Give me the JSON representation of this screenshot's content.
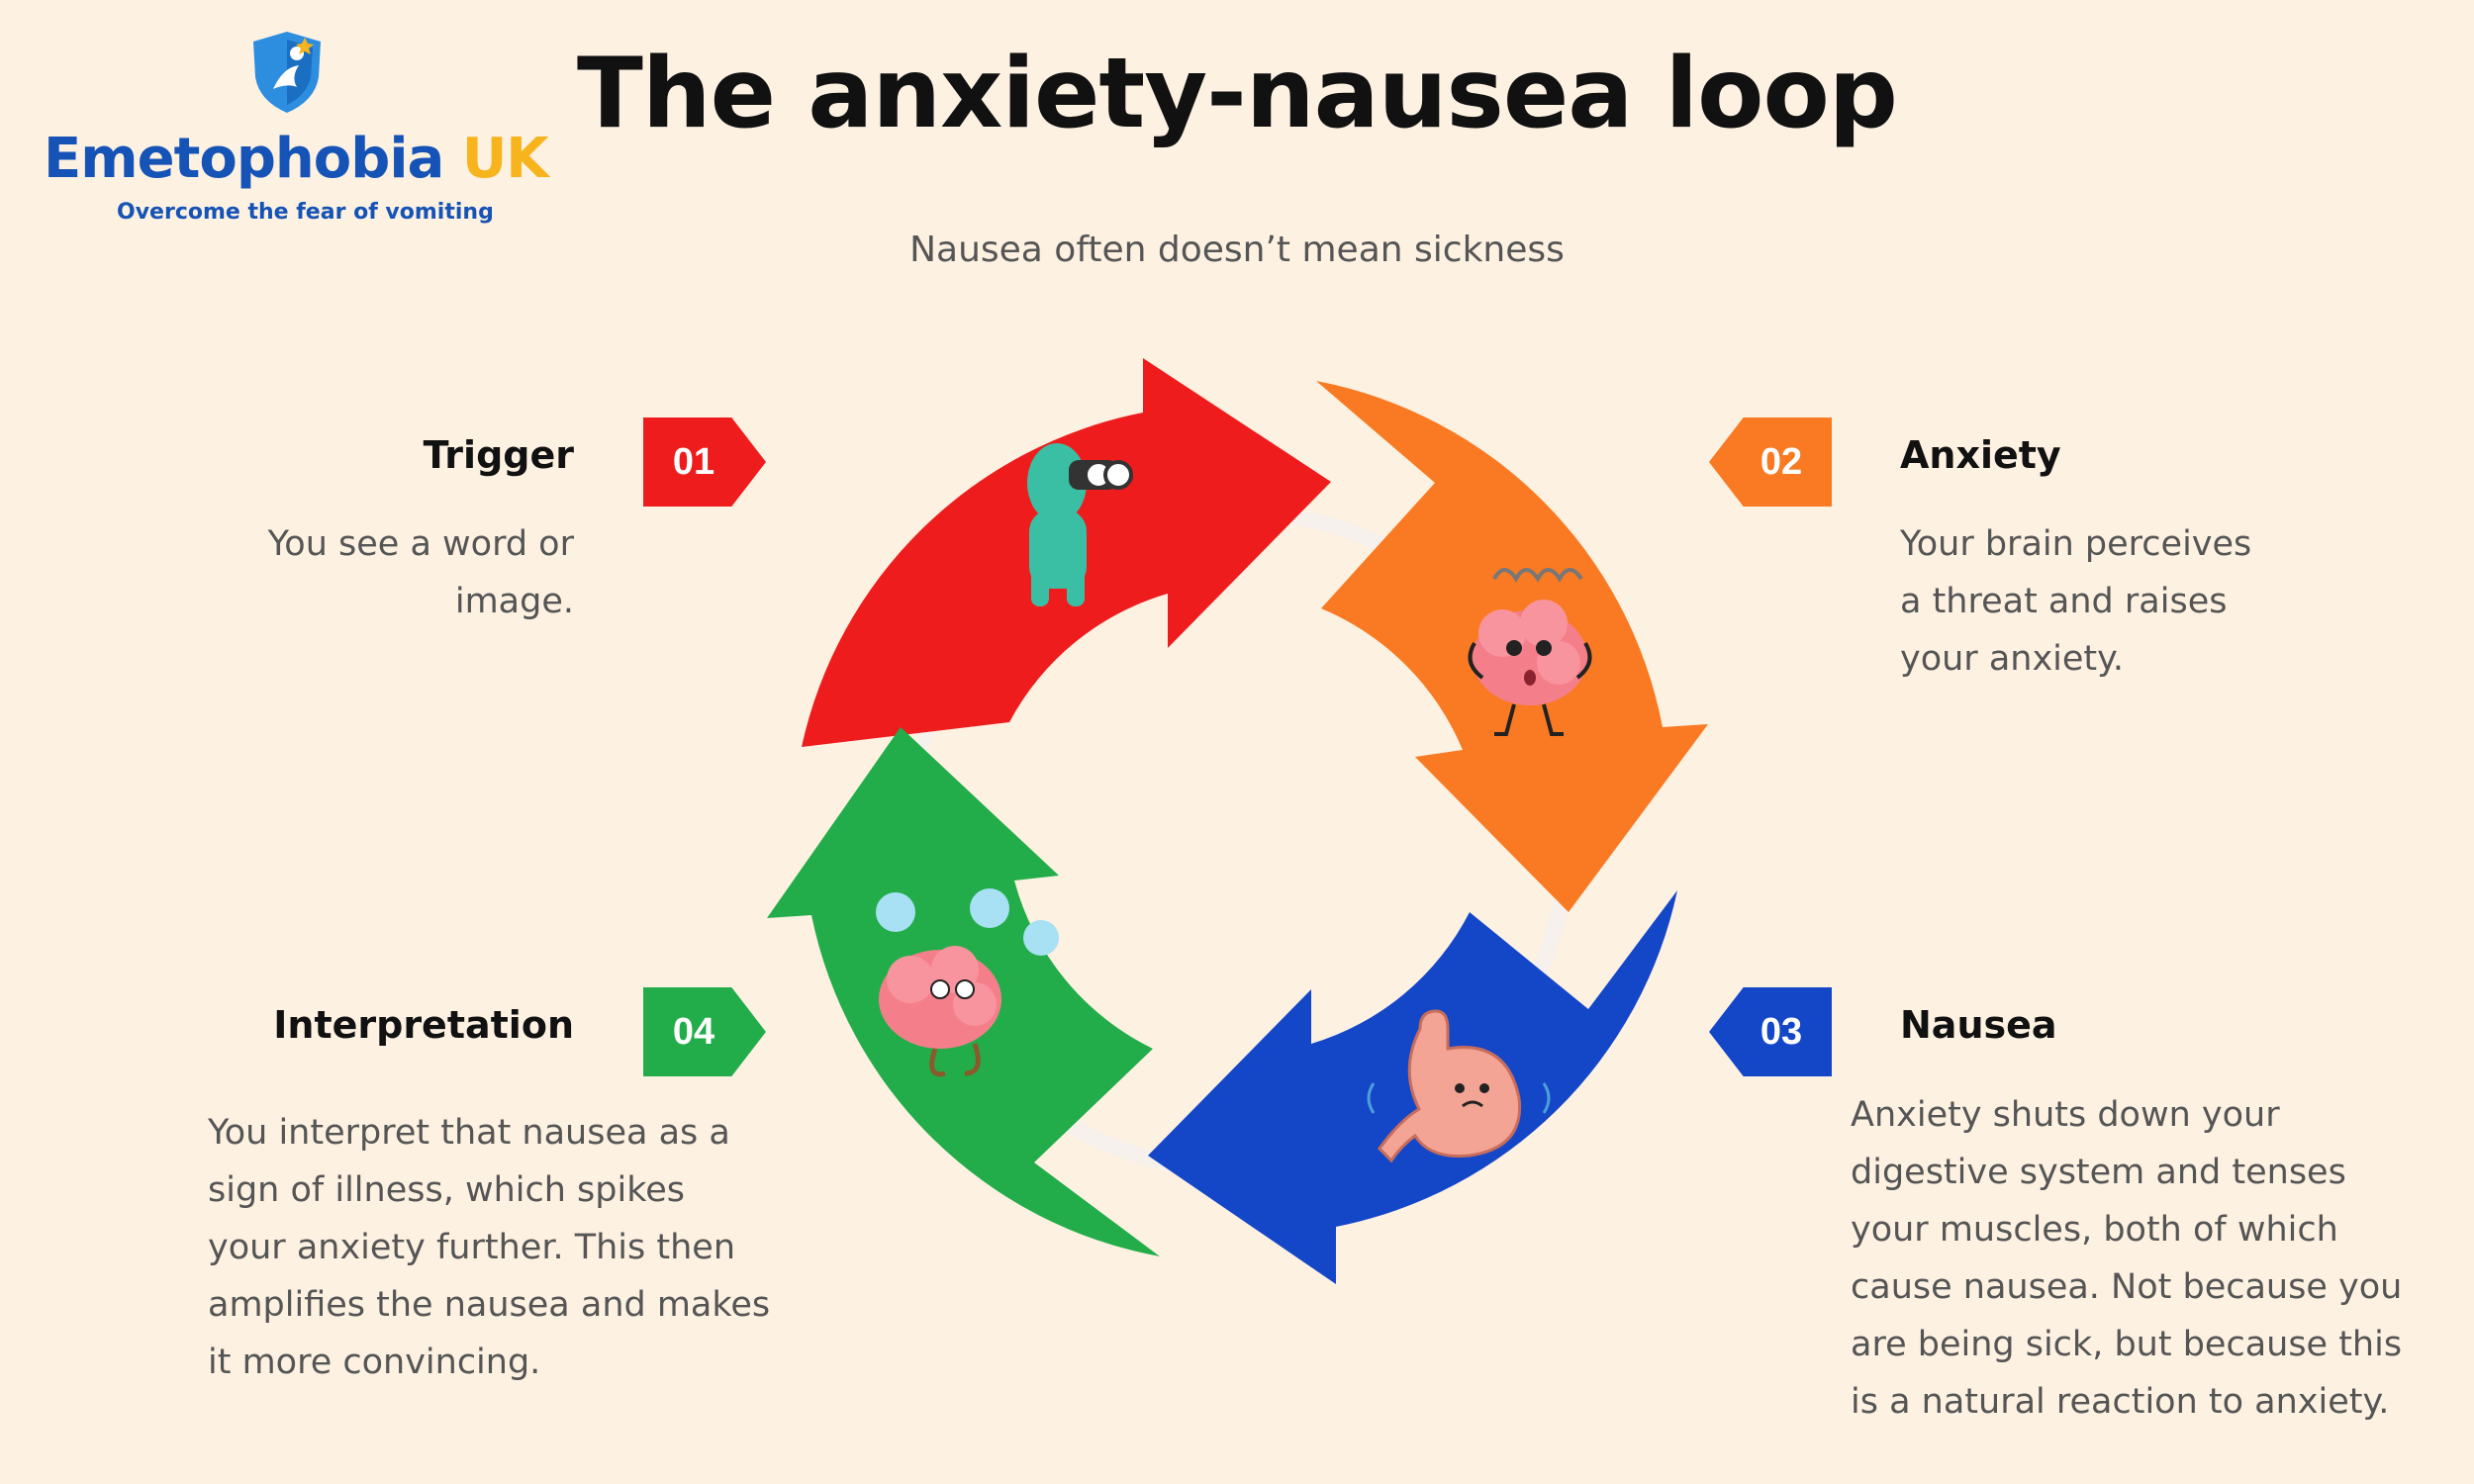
{
  "logo": {
    "name_main": "Emetophobia",
    "name_accent": "UK",
    "tagline": "Overcome the fear of vomiting",
    "icon": "shield-icon"
  },
  "title": "The anxiety-nausea loop",
  "subtitle": "Nausea often doesn’t mean sickness",
  "colors": {
    "background": "#fdf1e2",
    "step1": "#ee1c1c",
    "step2": "#f97a22",
    "step3": "#1446c8",
    "step4": "#22ad4a",
    "logo_blue": "#1553b6",
    "logo_yellow": "#f7b41c"
  },
  "steps": [
    {
      "number": "01",
      "title": "Trigger",
      "text": "You see a word or image.",
      "color": "#ee1c1c",
      "icon": "binoculars-person-icon"
    },
    {
      "number": "02",
      "title": "Anxiety",
      "text": "Your brain perceives a threat and raises your anxiety.",
      "color": "#f97a22",
      "icon": "worried-brain-icon"
    },
    {
      "number": "03",
      "title": "Nausea",
      "text": "Anxiety shuts down your digestive system and tenses your muscles, both of which cause nausea. Not because you are being sick, but because this is a natural reaction to anxiety.",
      "color": "#1446c8",
      "icon": "queasy-stomach-icon"
    },
    {
      "number": "04",
      "title": "Interpretation",
      "text": "You interpret that nausea as a sign of illness, which spikes your anxiety further. This then amplifies the nausea and makes it more convincing.",
      "color": "#22ad4a",
      "icon": "thinking-brain-icon"
    }
  ]
}
